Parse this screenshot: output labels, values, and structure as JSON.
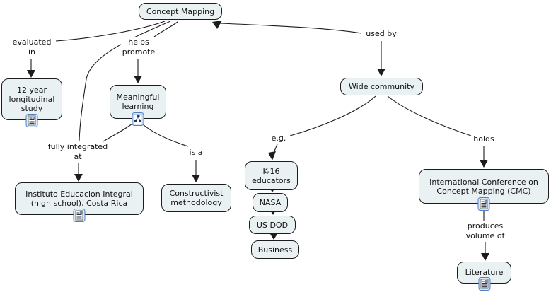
{
  "title": "Concept Mapping concept map",
  "theme": {
    "background": "#ffffff",
    "node_fill": "#e9f1f3",
    "node_border": "#1c1c1c",
    "line_color": "#1c1c1c",
    "text_color": "#111111",
    "resource_icon_border": "#4f81c7"
  },
  "nodes": {
    "concept_mapping": {
      "label": "Concept Mapping"
    },
    "study": {
      "label": "12 year\nlongitudinal\nstudy",
      "icon": "document-resource-icon"
    },
    "meaningful_learning": {
      "label": "Meaningful\nlearning",
      "icon": "cmap-resource-icon"
    },
    "instituto": {
      "label": "Instituto Educacion Integral\n(high school), Costa Rica",
      "icon": "document-resource-icon"
    },
    "constructivist": {
      "label": "Constructivist\nmethodology"
    },
    "wide_community": {
      "label": "Wide community"
    },
    "k16_educators": {
      "label": "K-16\neducators"
    },
    "nasa": {
      "label": "NASA"
    },
    "us_dod": {
      "label": "US DOD"
    },
    "business": {
      "label": "Business"
    },
    "cmc": {
      "label": "International Conference on\nConcept Mapping (CMC)",
      "icon": "document-resource-icon"
    },
    "literature": {
      "label": "Literature",
      "icon": "document-resource-icon"
    }
  },
  "linking_phrases": {
    "evaluated_in": "evaluated\nin",
    "helps_promote": "helps\npromote",
    "fully_integrated_at": "fully integrated\nat",
    "is_a": "is a",
    "used_by": "used by",
    "eg": "e.g.",
    "holds": "holds",
    "produces_volume_of": "produces\nvolume of"
  },
  "propositions": [
    "Concept Mapping evaluated in 12 year longitudinal study",
    "Concept Mapping helps promote Meaningful learning",
    "Meaningful learning fully integrated at Instituto Educacion Integral (high school), Costa Rica",
    "Meaningful learning is a Constructivist methodology",
    "Concept Mapping used by Wide community",
    "Wide community e.g. K-16 educators, NASA, US DOD, Business",
    "Wide community holds International Conference on Concept Mapping (CMC)",
    "CMC produces volume of Literature"
  ]
}
